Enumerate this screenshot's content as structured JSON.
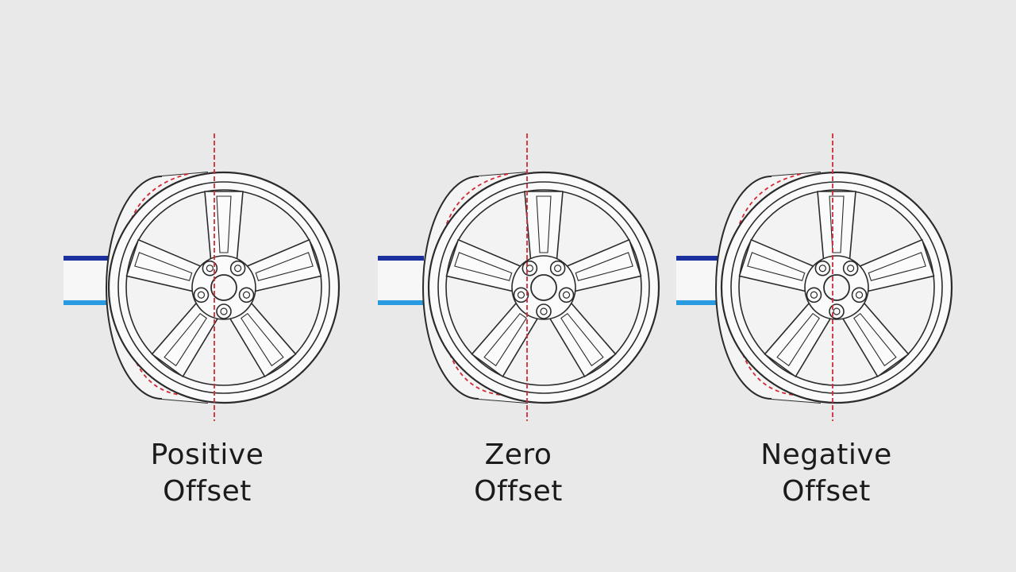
{
  "colors": {
    "background": "#e9e9e9",
    "outline": "#2b2b2b",
    "centerline": "#d42a36",
    "mount_dark": "#1c2f9e",
    "mount_light": "#2a9be0"
  },
  "panels": [
    {
      "id": "positive",
      "label_line1": "Positive",
      "label_line2": "Offset"
    },
    {
      "id": "zero",
      "label_line1": "Zero",
      "label_line2": "Offset"
    },
    {
      "id": "negative",
      "label_line1": "Negative",
      "label_line2": "Offset"
    }
  ]
}
